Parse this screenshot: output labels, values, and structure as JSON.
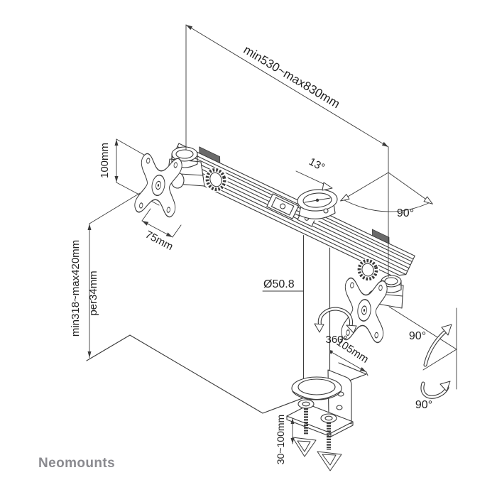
{
  "labels": {
    "arm_range": "min530~max830mm",
    "vesa_height": "100mm",
    "vesa_width": "75mm",
    "pole_height_range": "min318~max420mm",
    "pole_height_step": "per34mm",
    "pole_diameter": "Ø50.8",
    "tilt": "13°",
    "swivel": "90°",
    "rotation": "360°",
    "offset": "105mm",
    "pivot_upper": "90°",
    "pivot_lower": "90°",
    "clamp_thickness": "30~100mm"
  },
  "brand": "Neomounts",
  "colors": {
    "line": "#3a3a3a",
    "text": "#1f1f1f",
    "brand": "#8a8a8f",
    "background": "#ffffff"
  }
}
